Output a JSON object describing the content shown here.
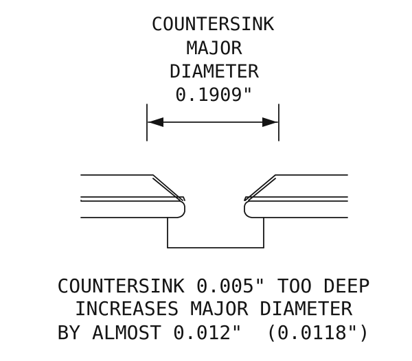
{
  "diagram": {
    "dimension_label": {
      "line1": "COUNTERSINK",
      "line2": "MAJOR",
      "line3": "DIAMETER",
      "line4": "0.1909\""
    },
    "caption": {
      "line1": "COUNTERSINK 0.005\" TOO DEEP",
      "line2": "INCREASES MAJOR DIAMETER",
      "line3": "BY ALMOST 0.012\"  (0.0118\")"
    },
    "colors": {
      "ink": "#141414",
      "background": "#ffffff"
    }
  }
}
